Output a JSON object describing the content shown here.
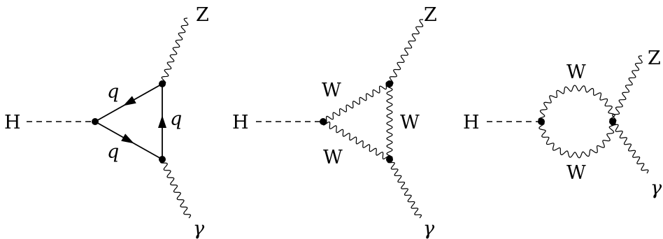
{
  "diagrams": [
    {
      "labels": {
        "higgs": "H",
        "z": "Z",
        "photon": "γ",
        "quark_upper": "q",
        "quark_lower": "q",
        "quark_right": "q"
      }
    },
    {
      "labels": {
        "higgs": "H",
        "z": "Z",
        "photon": "γ",
        "w_upper": "W",
        "w_lower": "W",
        "w_right": "W"
      }
    },
    {
      "labels": {
        "higgs": "H",
        "z": "Z",
        "photon": "γ",
        "w_upper": "W",
        "w_lower": "W"
      }
    }
  ]
}
